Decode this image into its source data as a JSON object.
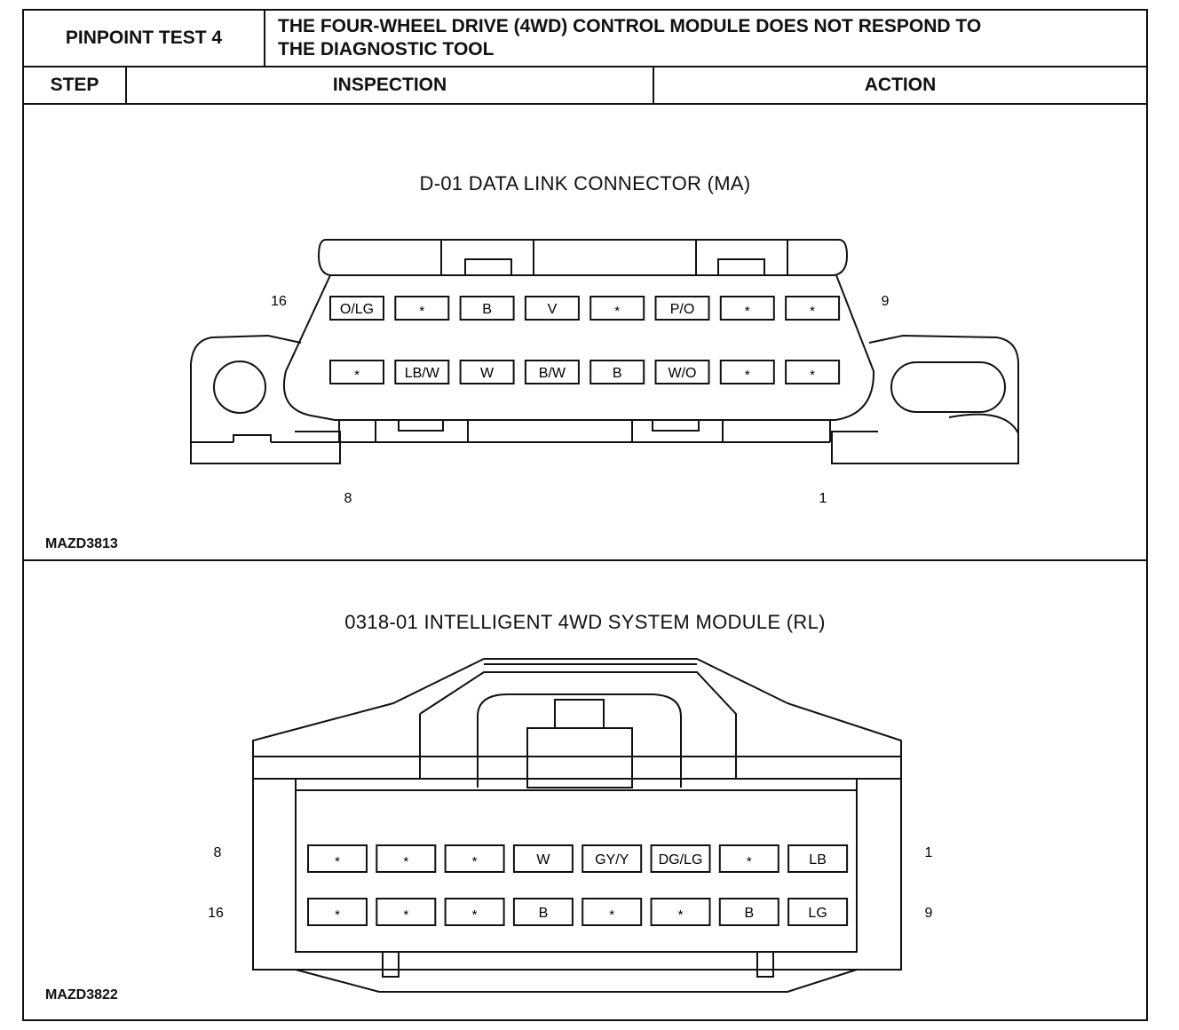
{
  "header": {
    "pinpoint": "PINPOINT TEST 4",
    "title_line1": "THE FOUR-WHEEL DRIVE (4WD) CONTROL MODULE DOES NOT RESPOND TO",
    "title_line2": "THE DIAGNOSTIC TOOL",
    "col_step": "STEP",
    "col_inspection": "INSPECTION",
    "col_action": "ACTION"
  },
  "connector1": {
    "title": "D-01 DATA LINK CONNECTOR (MA)",
    "figure_code": "MAZD3813",
    "pin_labels": {
      "top_left": "16",
      "top_right": "9",
      "bottom_left": "8",
      "bottom_right": "1"
    },
    "top_row": [
      "O/LG",
      "*",
      "B",
      "V",
      "*",
      "P/O",
      "*",
      "*"
    ],
    "bottom_row": [
      "*",
      "LB/W",
      "W",
      "B/W",
      "B",
      "W/O",
      "*",
      "*"
    ]
  },
  "connector2": {
    "title": "0318-01 INTELLIGENT 4WD SYSTEM MODULE (RL)",
    "figure_code": "MAZD3822",
    "pin_labels": {
      "top_left": "8",
      "top_right": "1",
      "bottom_left": "16",
      "bottom_right": "9"
    },
    "top_row": [
      "*",
      "*",
      "*",
      "W",
      "GY/Y",
      "DG/LG",
      "*",
      "LB"
    ],
    "bottom_row": [
      "*",
      "*",
      "*",
      "B",
      "*",
      "*",
      "B",
      "LG"
    ]
  }
}
